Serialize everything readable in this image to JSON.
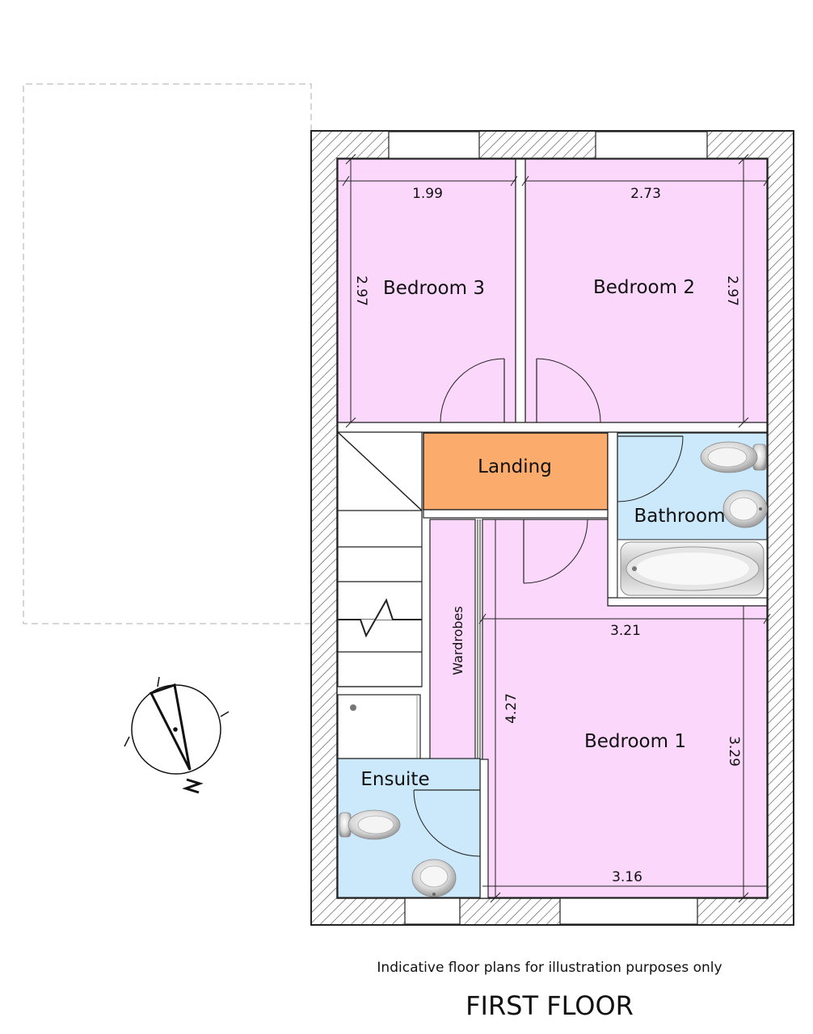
{
  "rooms": {
    "bedroom3": "Bedroom 3",
    "bedroom2": "Bedroom 2",
    "landing": "Landing",
    "bathroom": "Bathroom",
    "wardrobes": "Wardrobes",
    "bedroom1": "Bedroom 1",
    "ensuite": "Ensuite"
  },
  "dimensions": {
    "bedroom3_width": "1.99",
    "bedroom3_depth": "2.97",
    "bedroom2_width": "2.73",
    "bedroom2_depth": "2.97",
    "bedroom1_width_top": "3.21",
    "bedroom1_depth_left": "4.27",
    "bedroom1_depth_right": "3.29",
    "bedroom1_width_bottom": "3.16"
  },
  "colors": {
    "bedroom": "#fcd7fc",
    "landing": "#fbab6c",
    "wet_room": "#cce8fb",
    "wall_hatch": "#555555"
  },
  "footer": {
    "disclaimer": "Indicative floor plans for illustration purposes only",
    "title": "FIRST FLOOR"
  }
}
